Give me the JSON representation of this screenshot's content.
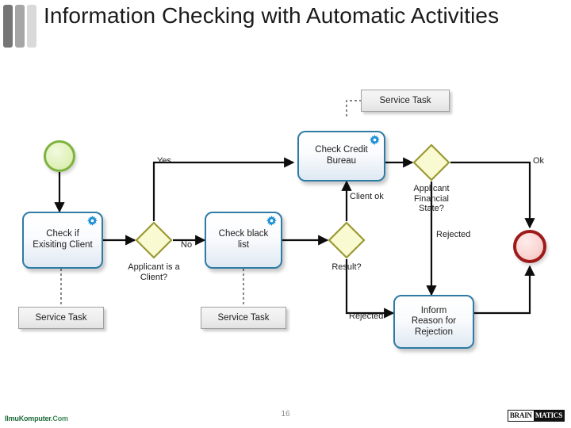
{
  "slide": {
    "title": "Information Checking with Automatic Activities",
    "page_number": "16"
  },
  "decor": {
    "bar_colors": [
      "#767676",
      "#a6a6a6",
      "#d9d9d9"
    ]
  },
  "footer": {
    "logo_left": "IlmuKomputer.Com",
    "logo_left_part1": "IlmuKomputer",
    "logo_left_part2": ".Com",
    "logo_right_part1": "BRAIN",
    "logo_right_part2": "MATICS"
  },
  "diagram": {
    "type": "bpmn-process",
    "events": [
      {
        "id": "start",
        "name": "start-event",
        "kind": "start",
        "color": "#7fb23f"
      },
      {
        "id": "end",
        "name": "end-event",
        "kind": "end",
        "color": "#9e1b1b"
      }
    ],
    "tasks": [
      {
        "id": "t1",
        "label": "Check if\nExisiting Client",
        "line1": "Check if",
        "line2": "Exisiting Client",
        "icon": "gear-icon"
      },
      {
        "id": "t2",
        "label": "Check black\nlist",
        "line1": "Check black",
        "line2": "list",
        "icon": "gear-icon"
      },
      {
        "id": "t3",
        "label": "Check Credit\nBureau",
        "line1": "Check Credit",
        "line2": "Bureau",
        "icon": "gear-icon"
      },
      {
        "id": "t4",
        "label": "Inform\nReason for\nRejection",
        "line1": "Inform",
        "line2": "Reason for",
        "line3": "Rejection",
        "icon": "none"
      }
    ],
    "gateways": [
      {
        "id": "g1",
        "label": "Applicant is a\nClient?",
        "line1": "Applicant is a",
        "line2": "Client?",
        "color": "#fafad2"
      },
      {
        "id": "g2",
        "label": "Result?",
        "line1": "Result?",
        "color": "#fafad2"
      },
      {
        "id": "g3",
        "label": "Applicant\nFinancial\nState?",
        "line1": "Applicant",
        "line2": "Financial",
        "line3": "State?",
        "color": "#fafad2"
      }
    ],
    "flow_labels": {
      "yes": "Yes",
      "no": "No",
      "client_ok": "Client ok",
      "result_rejected": "Rejected",
      "financial_rejected": "Rejected",
      "ok": "Ok"
    },
    "annotations": [
      {
        "id": "a1",
        "label": "Service Task"
      },
      {
        "id": "a2",
        "label": "Service Task"
      },
      {
        "id": "a3",
        "label": "Service Task"
      }
    ]
  }
}
